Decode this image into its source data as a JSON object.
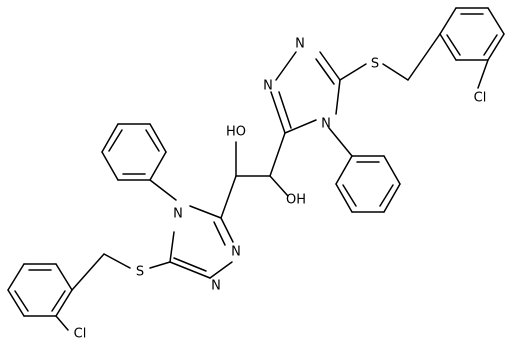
{
  "atoms": {
    "n1": "N",
    "n2": "N",
    "n4": "N",
    "s1": "S",
    "cl1": "Cl",
    "oh1": "OH",
    "oh2": "HO",
    "n5": "N",
    "n6": "N",
    "n8": "N",
    "s2": "S",
    "cl2": "Cl"
  }
}
